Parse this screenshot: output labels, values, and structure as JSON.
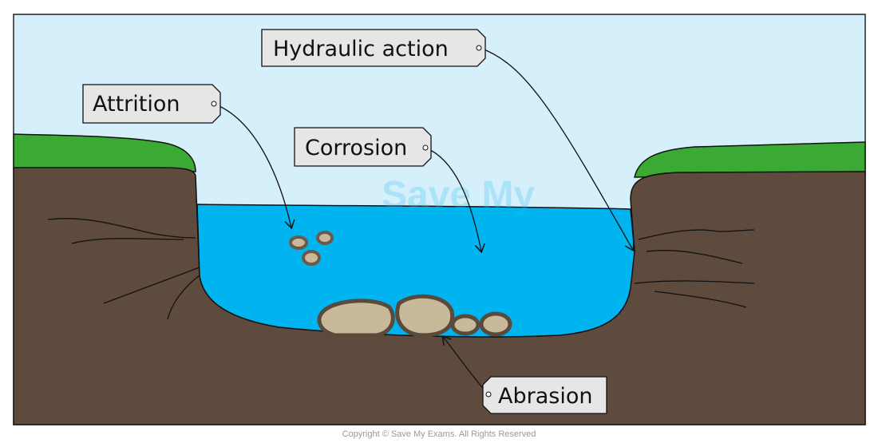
{
  "labels": {
    "hydraulic": "Hydraulic action",
    "attrition": "Attrition",
    "corrosion": "Corrosion",
    "abrasion": "Abrasion"
  },
  "watermark": "Save My Exams",
  "copyright": "Copyright © Save My Exams. All Rights Reserved",
  "colors": {
    "sky": "#d5effb",
    "water": "#00b4f0",
    "ground": "#5f4b3d",
    "grass": "#3aaa35",
    "rock": "#c9b99b",
    "tag": "#e6e6e6"
  }
}
